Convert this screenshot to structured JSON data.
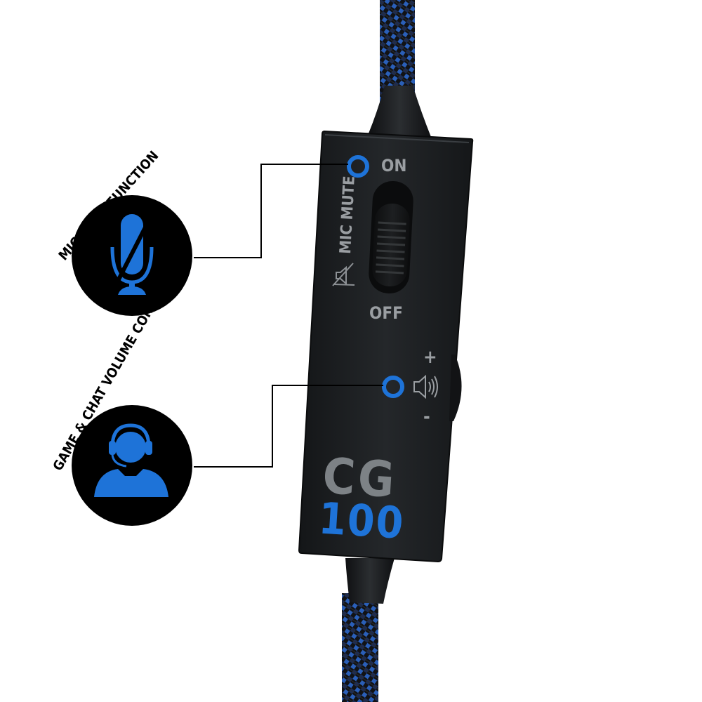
{
  "features": [
    {
      "label": "MIC MUTE FUNCTION",
      "icon": "microphone-muted-icon"
    },
    {
      "label": "GAME & CHAT VOLUME CONTROL",
      "icon": "headset-user-icon"
    }
  ],
  "controller": {
    "switch_on_label": "ON",
    "switch_off_label": "OFF",
    "mute_label": "MIC MUTE",
    "volume_plus": "+",
    "volume_minus": "-",
    "logo_top": "CG",
    "logo_bottom": "100"
  },
  "colors": {
    "accent_blue": "#1e73d8",
    "controller_body": "#1b1d1f",
    "feature_circle": "#000000",
    "label_grey": "#9a9ea2",
    "logo_grey": "#7d8286"
  }
}
